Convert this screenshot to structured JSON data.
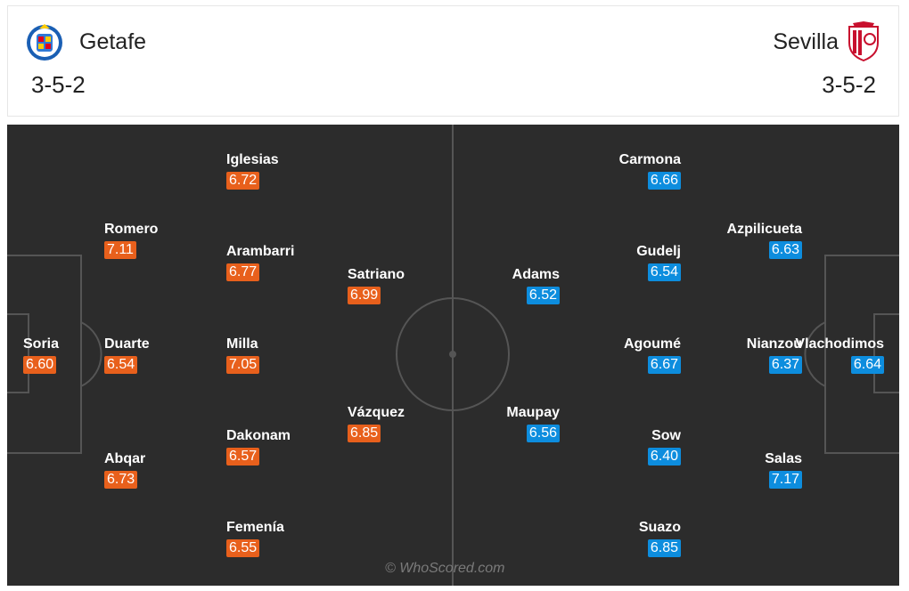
{
  "home": {
    "name": "Getafe",
    "formation": "3-5-2",
    "crest_icon": "getafe-crest-icon",
    "rating_color": "#e8601c",
    "players": [
      {
        "name": "Soria",
        "rating": "6.60"
      },
      {
        "name": "Romero",
        "rating": "7.11"
      },
      {
        "name": "Duarte",
        "rating": "6.54"
      },
      {
        "name": "Abqar",
        "rating": "6.73"
      },
      {
        "name": "Iglesias",
        "rating": "6.72"
      },
      {
        "name": "Arambarri",
        "rating": "6.77"
      },
      {
        "name": "Milla",
        "rating": "7.05"
      },
      {
        "name": "Dakonam",
        "rating": "6.57"
      },
      {
        "name": "Femenía",
        "rating": "6.55"
      },
      {
        "name": "Satriano",
        "rating": "6.99"
      },
      {
        "name": "Vázquez",
        "rating": "6.85"
      }
    ]
  },
  "away": {
    "name": "Sevilla",
    "formation": "3-5-2",
    "crest_icon": "sevilla-crest-icon",
    "rating_color": "#0d8dde",
    "players": [
      {
        "name": "Vlachodimos",
        "rating": "6.64"
      },
      {
        "name": "Azpilicueta",
        "rating": "6.63"
      },
      {
        "name": "Nianzou",
        "rating": "6.37"
      },
      {
        "name": "Salas",
        "rating": "7.17"
      },
      {
        "name": "Carmona",
        "rating": "6.66"
      },
      {
        "name": "Gudelj",
        "rating": "6.54"
      },
      {
        "name": "Agoumé",
        "rating": "6.67"
      },
      {
        "name": "Sow",
        "rating": "6.40"
      },
      {
        "name": "Suazo",
        "rating": "6.85"
      },
      {
        "name": "Adams",
        "rating": "6.52"
      },
      {
        "name": "Maupay",
        "rating": "6.56"
      }
    ]
  },
  "pitch": {
    "background": "#2c2c2c",
    "line_color": "#555555"
  },
  "watermark": "© WhoScored.com"
}
